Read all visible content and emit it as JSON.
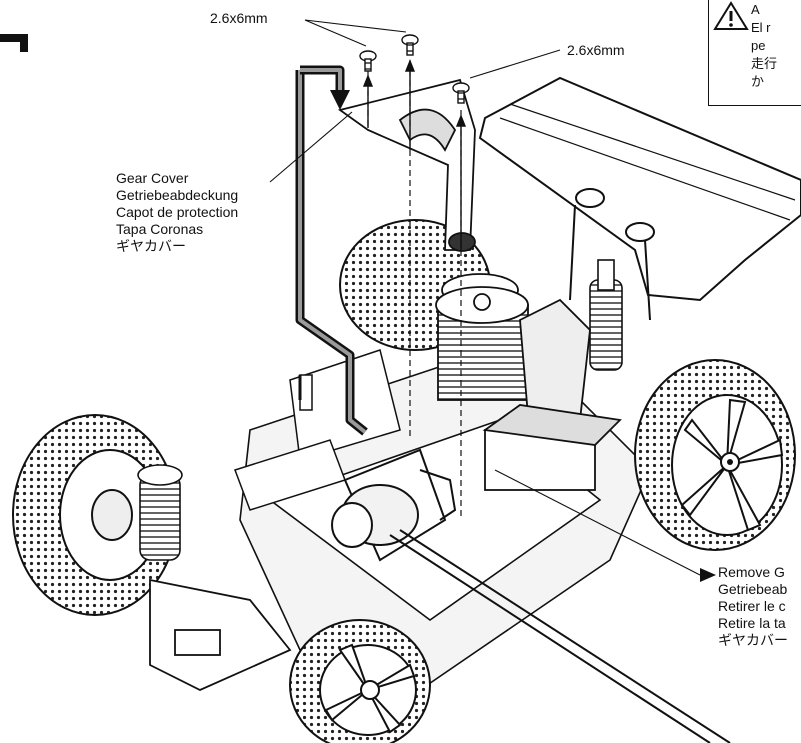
{
  "labels": {
    "screw_top": "2.6x6mm",
    "screw_right": "2.6x6mm",
    "gear_cover": [
      "Gear Cover",
      "Getriebeabdeckung",
      "Capot de protection",
      "Tapa Coronas",
      "ギヤカバー"
    ],
    "remove_note": [
      "Remove G",
      "Getriebeab",
      "Retirer le c",
      "Retire la ta",
      "ギヤカバー"
    ],
    "warning_lines": [
      "A",
      "El r",
      "pe",
      "走行",
      "か"
    ]
  },
  "icons": {
    "warning": "warning-triangle-icon",
    "pointer": "solid-arrow-right-icon"
  },
  "colors": {
    "ink": "#111111",
    "paper": "#ffffff",
    "shade": "#9a9a9a"
  }
}
